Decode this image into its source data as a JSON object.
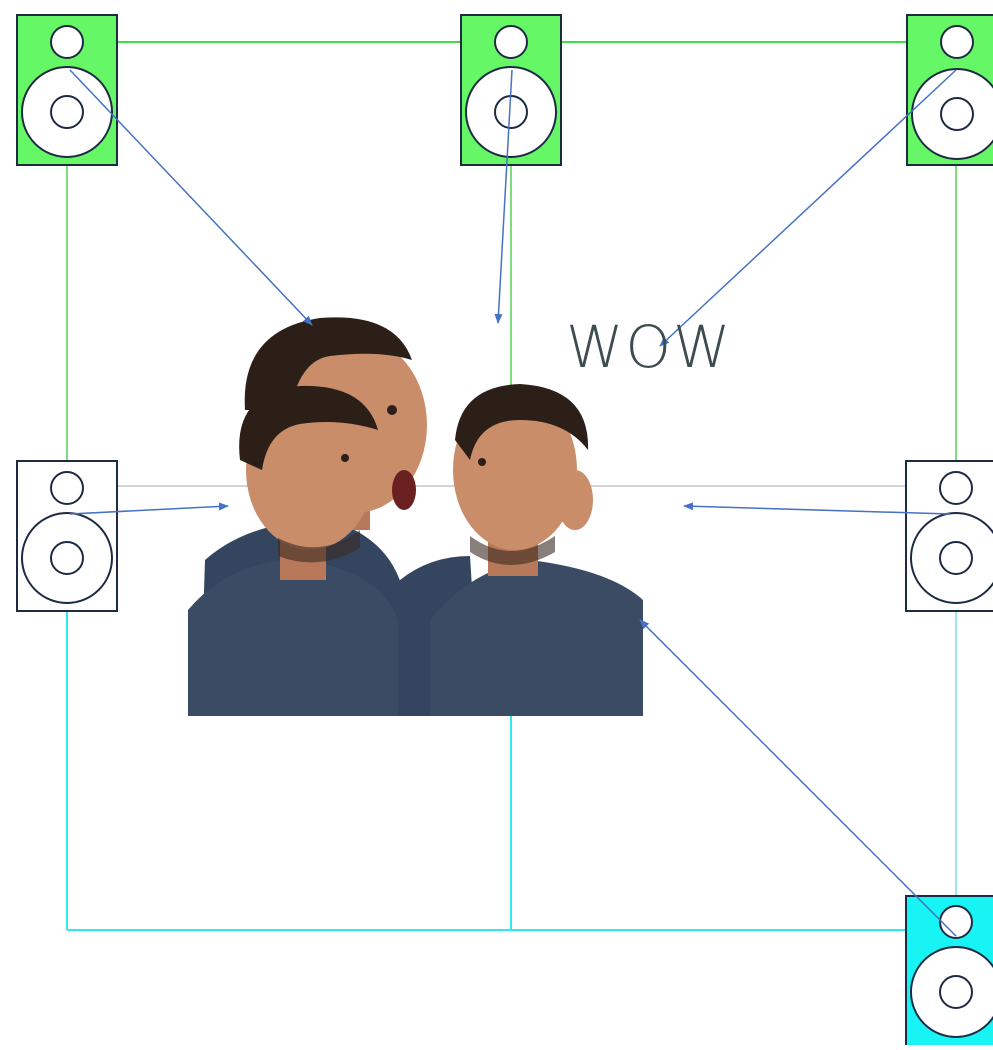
{
  "caption": "WOW",
  "colors": {
    "speaker_green": "#66f766",
    "speaker_white": "#ffffff",
    "speaker_cyan": "#18f4f4",
    "speaker_outline": "#1d2a44",
    "wire_green": "#3ee03e",
    "wire_gray": "#d4d4d4",
    "wire_cyan": "#2fe8ec",
    "arrow_blue": "#4472c4",
    "shirt_navy": "#34465f",
    "skin": "#c98d6a",
    "hair": "#2b1f18"
  },
  "speakers": [
    {
      "id": "front-left",
      "fill": "green"
    },
    {
      "id": "front-center",
      "fill": "green"
    },
    {
      "id": "front-right",
      "fill": "green"
    },
    {
      "id": "side-left",
      "fill": "white"
    },
    {
      "id": "side-right",
      "fill": "white"
    },
    {
      "id": "rear-right",
      "fill": "cyan"
    }
  ],
  "figures": [
    {
      "id": "man-shouting",
      "expression": "shouting"
    },
    {
      "id": "man-frowning-left",
      "expression": "frowning"
    },
    {
      "id": "man-behind-right",
      "expression": "neutral"
    },
    {
      "id": "man-frowning-right",
      "expression": "frowning"
    }
  ]
}
